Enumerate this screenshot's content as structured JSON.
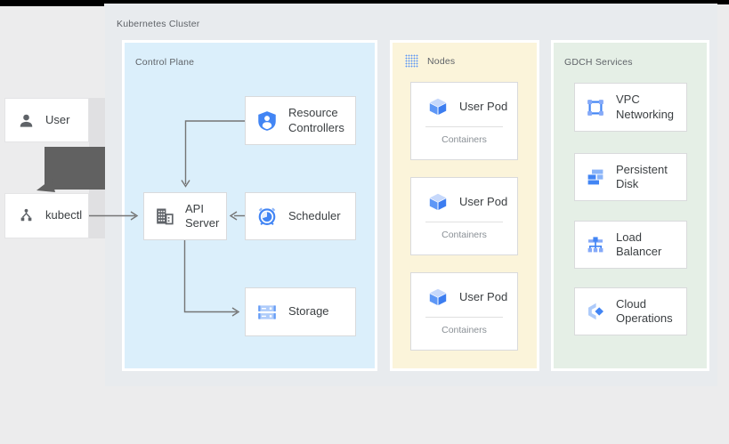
{
  "cluster": {
    "label": "Kubernetes Cluster"
  },
  "actors": {
    "user": {
      "label": "User",
      "icon": "person-icon"
    },
    "kubectl": {
      "label": "kubectl",
      "icon": "kubectl-icon"
    }
  },
  "control_plane": {
    "label": "Control Plane",
    "resource_controllers": {
      "line1": "Resource",
      "line2": "Controllers",
      "icon": "shield-person-icon"
    },
    "api_server": {
      "line1": "API",
      "line2": "Server",
      "icon": "api-building-icon"
    },
    "scheduler": {
      "label": "Scheduler",
      "icon": "alarm-clock-icon"
    },
    "storage": {
      "label": "Storage",
      "icon": "storage-racks-icon"
    }
  },
  "nodes": {
    "label": "Nodes",
    "icon": "dot-grid-icon",
    "pods": [
      {
        "label": "User Pod",
        "sublabel": "Containers",
        "icon": "pod-cube-icon"
      },
      {
        "label": "User Pod",
        "sublabel": "Containers",
        "icon": "pod-cube-icon"
      },
      {
        "label": "User Pod",
        "sublabel": "Containers",
        "icon": "pod-cube-icon"
      }
    ]
  },
  "gdch": {
    "label": "GDCH Services",
    "services": [
      {
        "line1": "VPC",
        "line2": "Networking",
        "icon": "vpc-networking-icon"
      },
      {
        "line1": "Persistent",
        "line2": "Disk",
        "icon": "persistent-disk-icon"
      },
      {
        "line1": "Load",
        "line2": "Balancer",
        "icon": "load-balancer-icon"
      },
      {
        "line1": "Cloud",
        "line2": "Operations",
        "icon": "cloud-operations-icon"
      }
    ]
  },
  "colors": {
    "page_bg": "#ececed",
    "cluster_bg": "#e8ebee",
    "control_plane_bg": "#dbeffb",
    "nodes_bg": "#fbf4da",
    "gdch_bg": "#e5efe6",
    "accent_blue": "#4285f4",
    "light_blue": "#aecbfa",
    "icon_gray": "#5f6368",
    "thin_arrow_gray": "#757575",
    "thick_arrow_gray": "#616161",
    "card_border": "#d9dadc"
  }
}
